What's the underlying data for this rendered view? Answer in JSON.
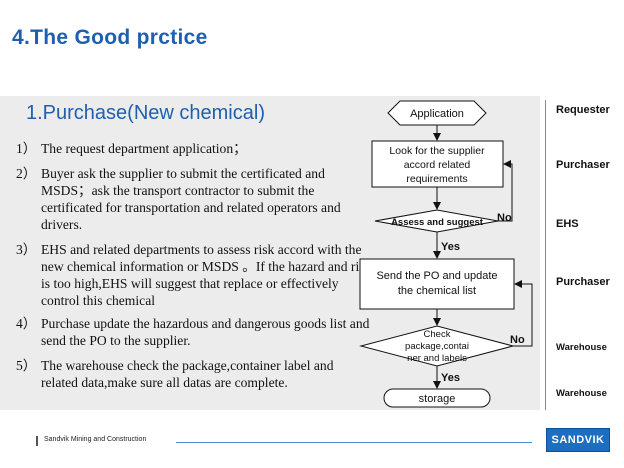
{
  "slide": {
    "title": "4.The Good prctice",
    "subtitle": "1.Purchase(New chemical)"
  },
  "steps": [
    {
      "num": "1）",
      "text": "The request department application；"
    },
    {
      "num": "2）",
      "text": "Buyer ask the supplier to submit the certificated and MSDS；ask the transport contractor to submit the certificated for transportation and related operators and drivers."
    },
    {
      "num": "3）",
      "text": "EHS and related departments to assess risk accord with the new chemical information or MSDS 。If the hazard and risk is too high,EHS will suggest that replace or effectively control this chemical"
    },
    {
      "num": "4）",
      "text": "Purchase update the hazardous and dangerous goods list and send the PO to the supplier."
    },
    {
      "num": "5）",
      "text": "The warehouse check the package,container label and related data,make sure all datas are complete."
    }
  ],
  "flow": {
    "application": "Application",
    "lookup": [
      "Look for the supplier",
      "accord related",
      "requirements"
    ],
    "assess": "Assess and suggest",
    "assess_no": "No",
    "assess_yes": "Yes",
    "send_po": [
      "Send the PO and update",
      "the chemical list"
    ],
    "check": [
      "Check",
      "package,contai",
      "ner and labels"
    ],
    "check_no": "No",
    "check_yes": "Yes",
    "storage": "storage"
  },
  "roles": [
    "Requester",
    "Purchaser",
    "EHS",
    "Purchaser",
    "Warehouse",
    "Warehouse"
  ],
  "footer": {
    "company": "Sandvik Mining and Construction",
    "logo": "SANDVIK",
    "accent_color": "#1f5fb0",
    "logo_color": "#1b6ec2"
  }
}
